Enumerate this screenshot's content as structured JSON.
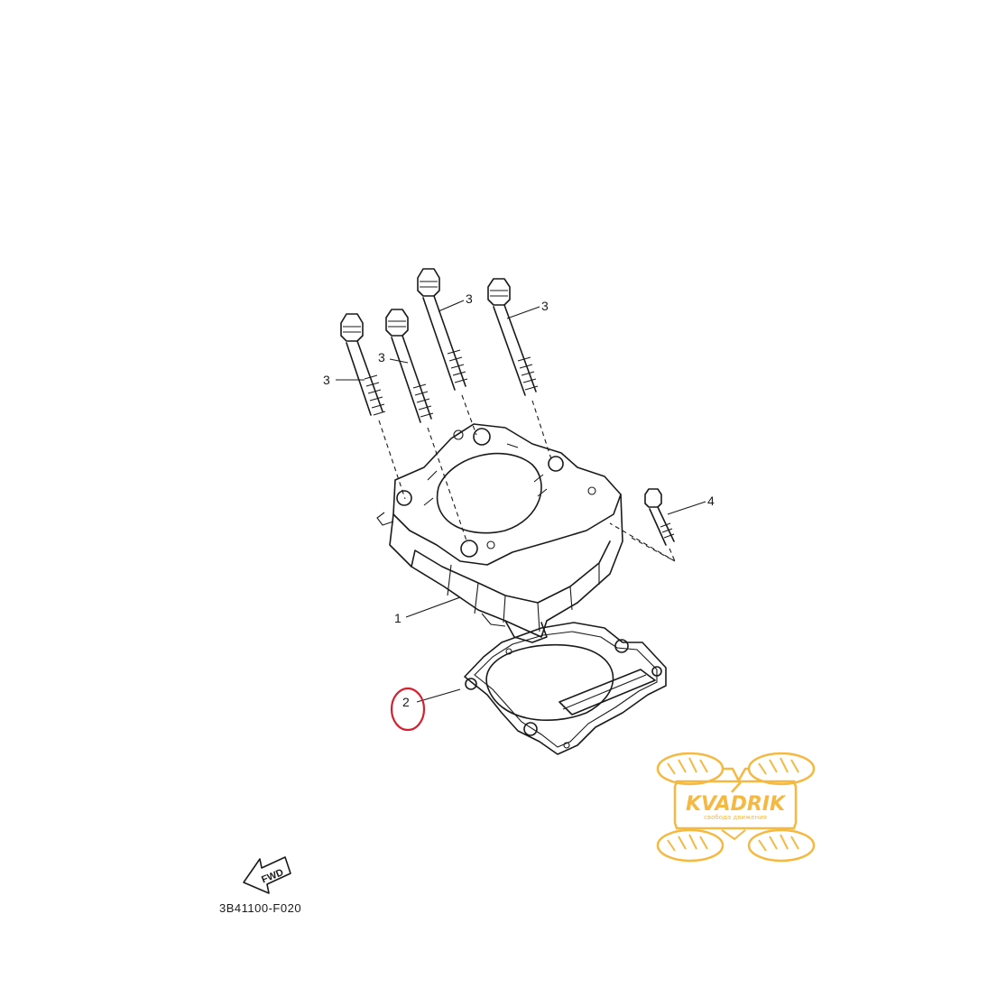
{
  "callouts": {
    "bolt_a": "3",
    "bolt_b": "3",
    "bolt_c": "3",
    "bolt_d": "3",
    "bolt_small": "4",
    "cylinder": "1",
    "gasket": "2"
  },
  "diagram_code": "3B41100-F020",
  "fwd_label": "FWD",
  "logo": {
    "name": "KVADRIK",
    "tagline": "свобода движения",
    "color": "#f5b942"
  },
  "highlight_color": "#d62030"
}
